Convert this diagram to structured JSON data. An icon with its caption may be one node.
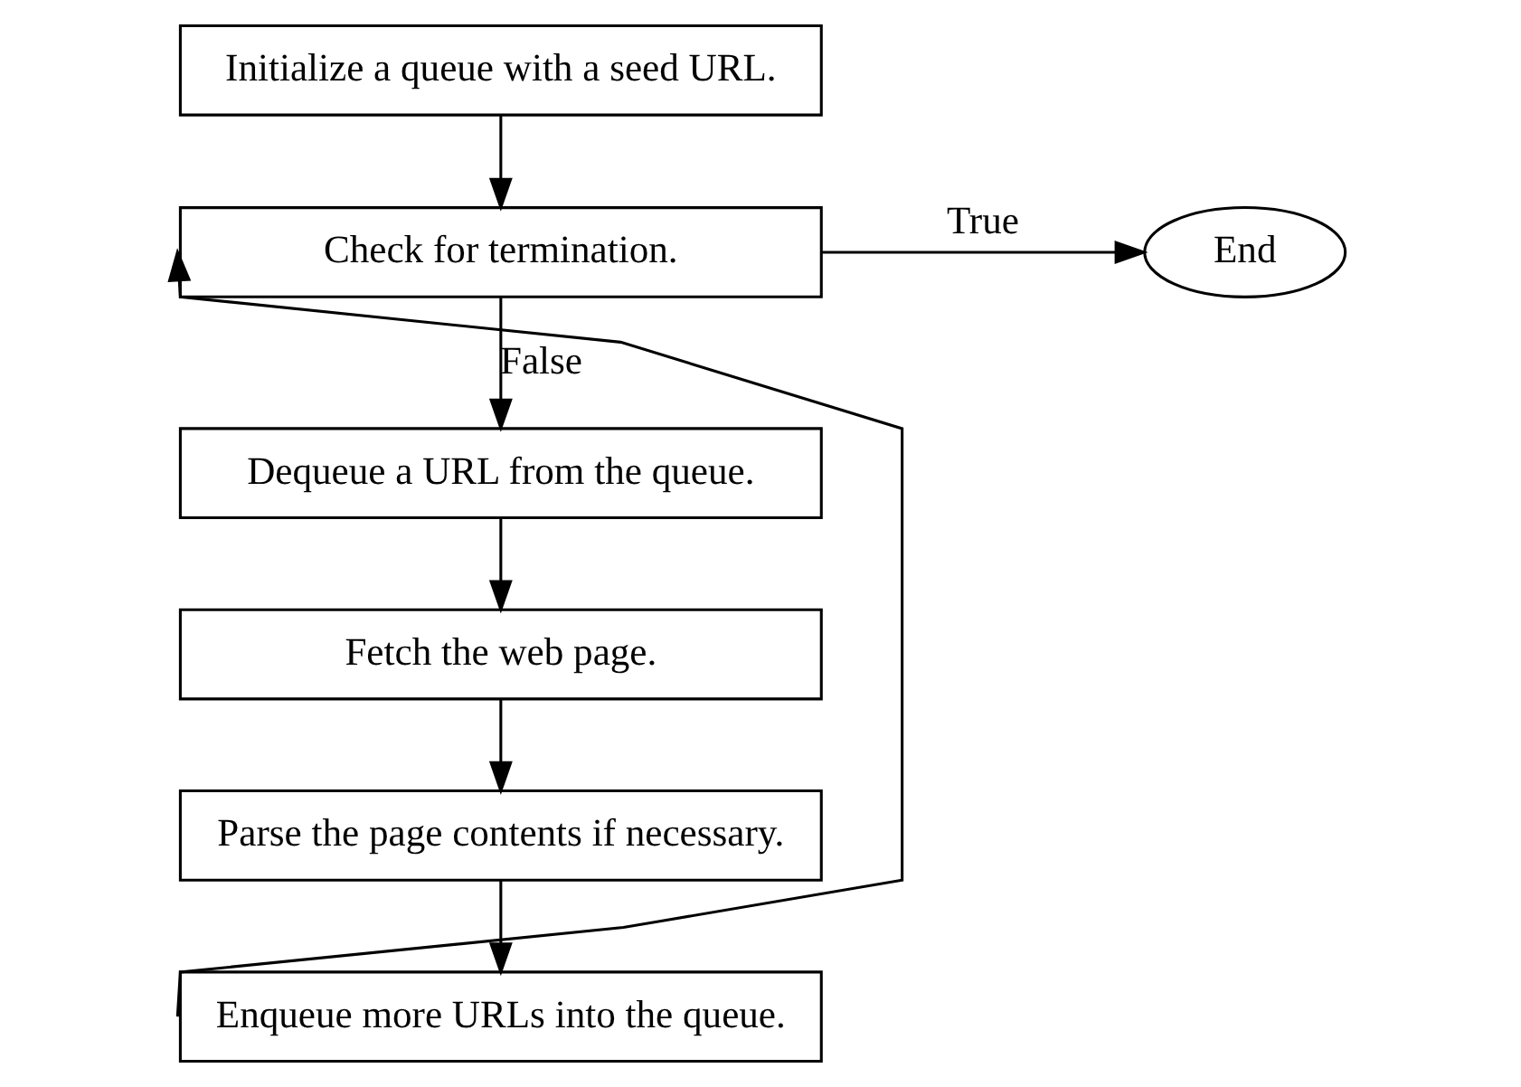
{
  "diagram": {
    "nodes": [
      {
        "text": [
          "Initialize a queue with a seed URL."
        ]
      },
      {
        "text": [
          "Check for termination."
        ]
      },
      {
        "text": [
          "End"
        ]
      },
      {
        "text": [
          "Dequeue a URL from the queue."
        ]
      },
      {
        "text": [
          "Fetch the web page."
        ]
      },
      {
        "text": [
          "Parse the page contents if necessary."
        ]
      },
      {
        "text": [
          "Enqueue more URLs into the queue."
        ]
      }
    ],
    "edges": [
      {
        "from": 0,
        "to": 1,
        "arrow": "to"
      },
      {
        "from": 1,
        "to": 2,
        "arrow": "to",
        "label": "True"
      },
      {
        "from": 1,
        "to": 3,
        "arrow": "to",
        "label": "False"
      },
      {
        "from": 3,
        "to": 4,
        "arrow": "to"
      },
      {
        "from": 4,
        "to": 5,
        "arrow": "to"
      },
      {
        "from": 5,
        "to": 6,
        "arrow": "to"
      },
      {
        "from": 6,
        "to": 1,
        "arrow": "to"
      }
    ]
  }
}
